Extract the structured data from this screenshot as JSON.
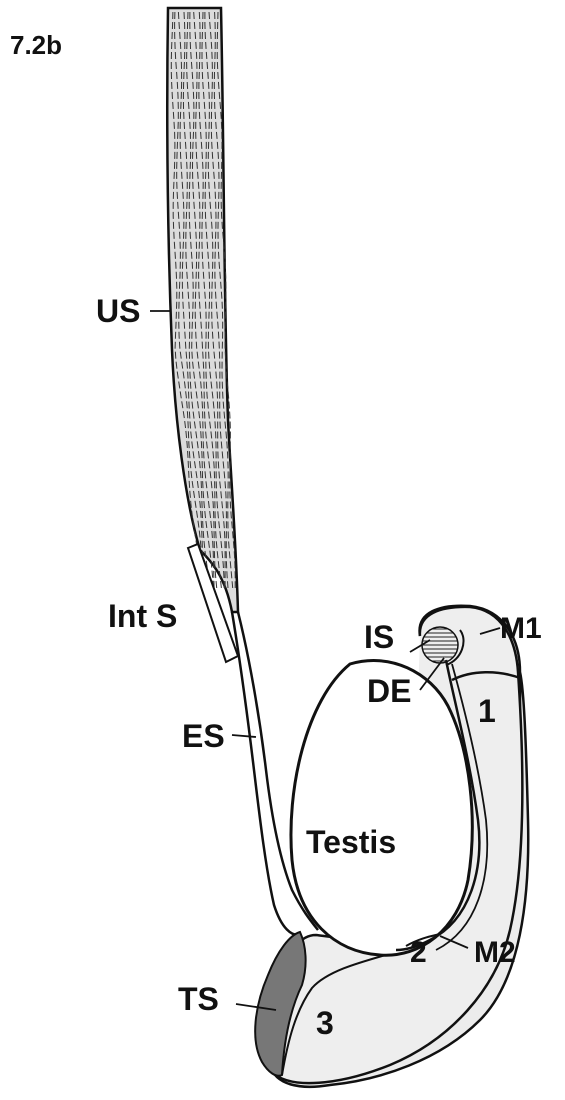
{
  "figure": {
    "number": "7.2b"
  },
  "labels": {
    "us": "US",
    "int_s": "Int S",
    "es": "ES",
    "is": "IS",
    "de": "DE",
    "m1": "M1",
    "m2": "M2",
    "testis": "Testis",
    "ts": "TS",
    "region_1": "1",
    "region_2": "2",
    "region_3": "3"
  },
  "colors": {
    "ink": "#111111",
    "striation": "#333333",
    "light_fill": "#e7e7e7",
    "dark_fill": "#707070"
  }
}
